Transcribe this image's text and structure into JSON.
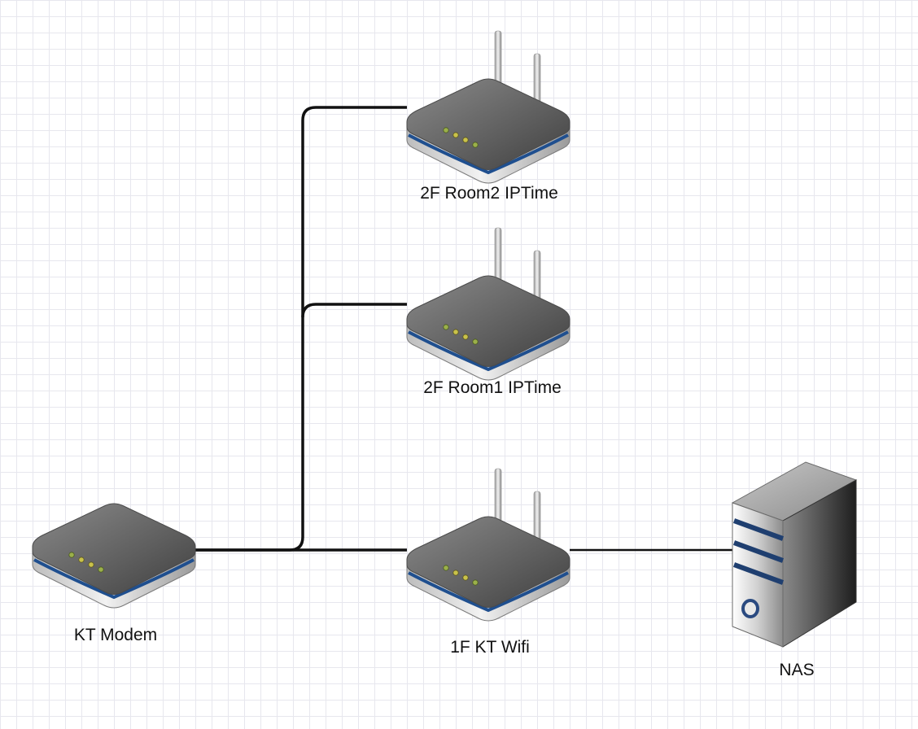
{
  "diagram": {
    "nodes": [
      {
        "id": "room2",
        "type": "router",
        "label": "2F Room2 IPTime"
      },
      {
        "id": "room1",
        "type": "router",
        "label": "2F Room1 IPTime"
      },
      {
        "id": "modem",
        "type": "modem",
        "label": "KT Modem"
      },
      {
        "id": "kt_wifi",
        "type": "router",
        "label": "1F KT Wifi"
      },
      {
        "id": "nas",
        "type": "server",
        "label": "NAS"
      }
    ],
    "edges": [
      {
        "from": "modem",
        "to": "room2"
      },
      {
        "from": "modem",
        "to": "room1"
      },
      {
        "from": "modem",
        "to": "kt_wifi"
      },
      {
        "from": "kt_wifi",
        "to": "nas"
      }
    ]
  },
  "colors": {
    "device_body": "#6e6e6e",
    "device_base": "#d9d9d9",
    "accent_stripe": "#1f4f8f",
    "led": "#9bb04a",
    "connector": "#111111"
  }
}
